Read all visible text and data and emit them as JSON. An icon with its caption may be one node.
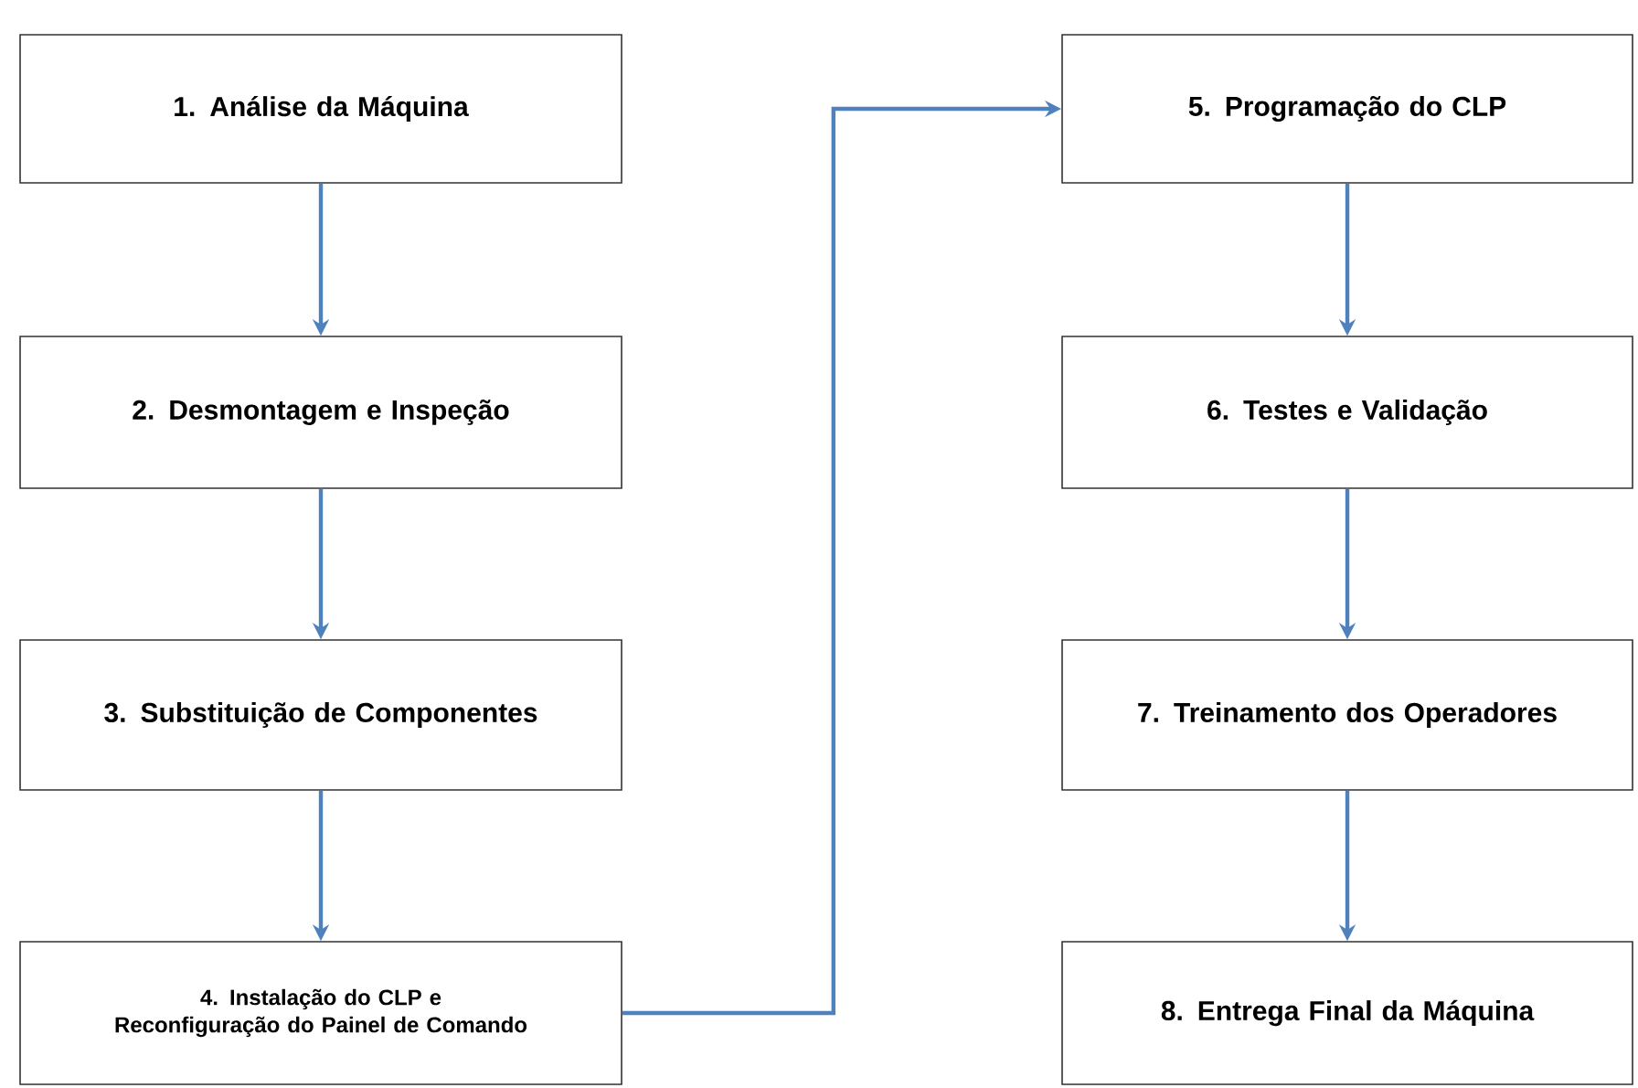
{
  "diagram": {
    "nodes": [
      {
        "text": [
          "1. Análise da Máquina"
        ]
      },
      {
        "text": [
          "2. Desmontagem e Inspeção"
        ]
      },
      {
        "text": [
          "3. Substituição de Componentes"
        ]
      },
      {
        "text": [
          "4. Instalação do CLP e Reconfiguração do Painel de Comando"
        ]
      },
      {
        "text": [
          "5. Programação do CLP"
        ]
      },
      {
        "text": [
          "6. Testes e Validação"
        ]
      },
      {
        "text": [
          "7. Treinamento dos Operadores"
        ]
      },
      {
        "text": [
          "8. Entrega Final da Máquina"
        ]
      }
    ],
    "edges": [
      {
        "from": 0,
        "to": 1,
        "arrow": "to"
      },
      {
        "from": 1,
        "to": 2,
        "arrow": "to"
      },
      {
        "from": 2,
        "to": 3,
        "arrow": "to"
      },
      {
        "from": 3,
        "to": 4,
        "arrow": "to"
      },
      {
        "from": 4,
        "to": 5,
        "arrow": "to"
      },
      {
        "from": 5,
        "to": 6,
        "arrow": "to"
      },
      {
        "from": 6,
        "to": 7,
        "arrow": "to"
      }
    ]
  }
}
